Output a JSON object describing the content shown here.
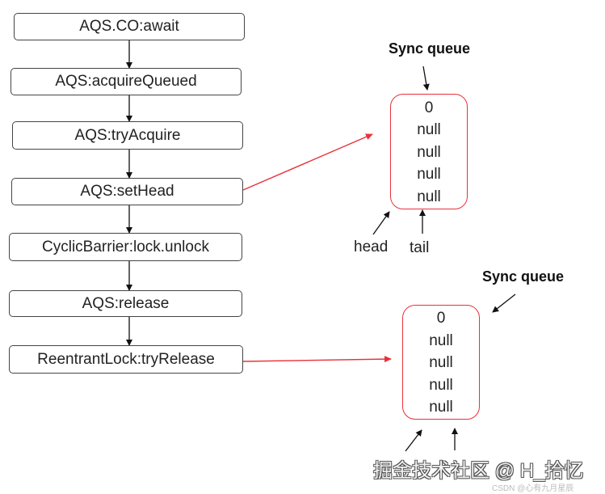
{
  "flow": {
    "steps": [
      "AQS.CO:await",
      "AQS:acquireQueued",
      "AQS:tryAcquire",
      "AQS:setHead",
      "CyclicBarrier:lock.unlock",
      "AQS:release",
      "ReentrantLock:tryRelease"
    ]
  },
  "queues": [
    {
      "title": "Sync queue",
      "items": [
        "0",
        "null",
        "null",
        "null",
        "null"
      ],
      "head_label": "head",
      "tail_label": "tail",
      "linked_from_step": "AQS:setHead"
    },
    {
      "title": "Sync queue",
      "items": [
        "0",
        "null",
        "null",
        "null",
        "null"
      ],
      "linked_from_step": "ReentrantLock:tryRelease"
    }
  ],
  "colors": {
    "flow_border": "#444444",
    "queue_border": "#e8323a",
    "link_arrow": "#e8323a",
    "flow_arrow": "#111111"
  },
  "watermark": {
    "main": "掘金技术社区 @ H_拾忆",
    "sub": "CSDN @心有九月星辰"
  }
}
